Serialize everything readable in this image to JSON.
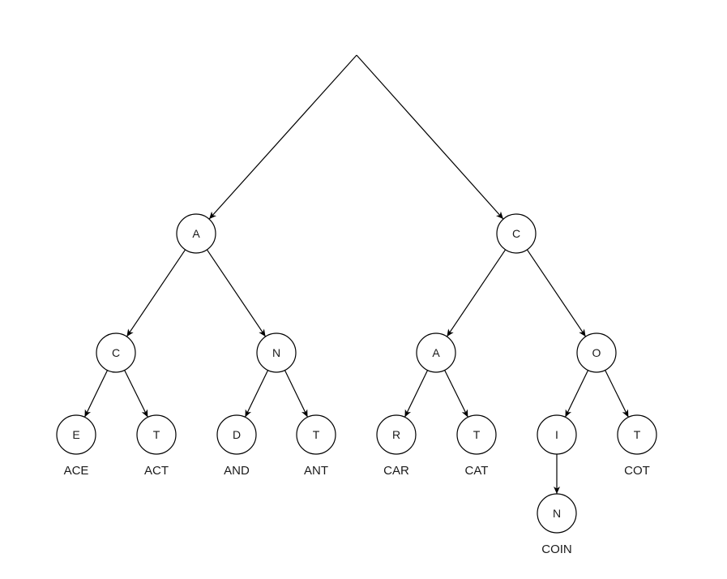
{
  "trie": {
    "nodes": {
      "root": {
        "letter": ""
      },
      "a": {
        "letter": "A"
      },
      "c": {
        "letter": "C"
      },
      "ac": {
        "letter": "C"
      },
      "an": {
        "letter": "N"
      },
      "ca": {
        "letter": "A"
      },
      "co": {
        "letter": "O"
      },
      "ace": {
        "letter": "E",
        "word": "ACE"
      },
      "act": {
        "letter": "T",
        "word": "ACT"
      },
      "and": {
        "letter": "D",
        "word": "AND"
      },
      "ant": {
        "letter": "T",
        "word": "ANT"
      },
      "car": {
        "letter": "R",
        "word": "CAR"
      },
      "cat": {
        "letter": "T",
        "word": "CAT"
      },
      "coi": {
        "letter": "I"
      },
      "cot": {
        "letter": "T",
        "word": "COT"
      },
      "coin": {
        "letter": "N",
        "word": "COIN"
      }
    },
    "edges": [
      [
        "root",
        "a"
      ],
      [
        "root",
        "c"
      ],
      [
        "a",
        "ac"
      ],
      [
        "a",
        "an"
      ],
      [
        "c",
        "ca"
      ],
      [
        "c",
        "co"
      ],
      [
        "ac",
        "ace"
      ],
      [
        "ac",
        "act"
      ],
      [
        "an",
        "and"
      ],
      [
        "an",
        "ant"
      ],
      [
        "ca",
        "car"
      ],
      [
        "ca",
        "cat"
      ],
      [
        "co",
        "coi"
      ],
      [
        "co",
        "cot"
      ],
      [
        "coi",
        "coin"
      ]
    ]
  }
}
